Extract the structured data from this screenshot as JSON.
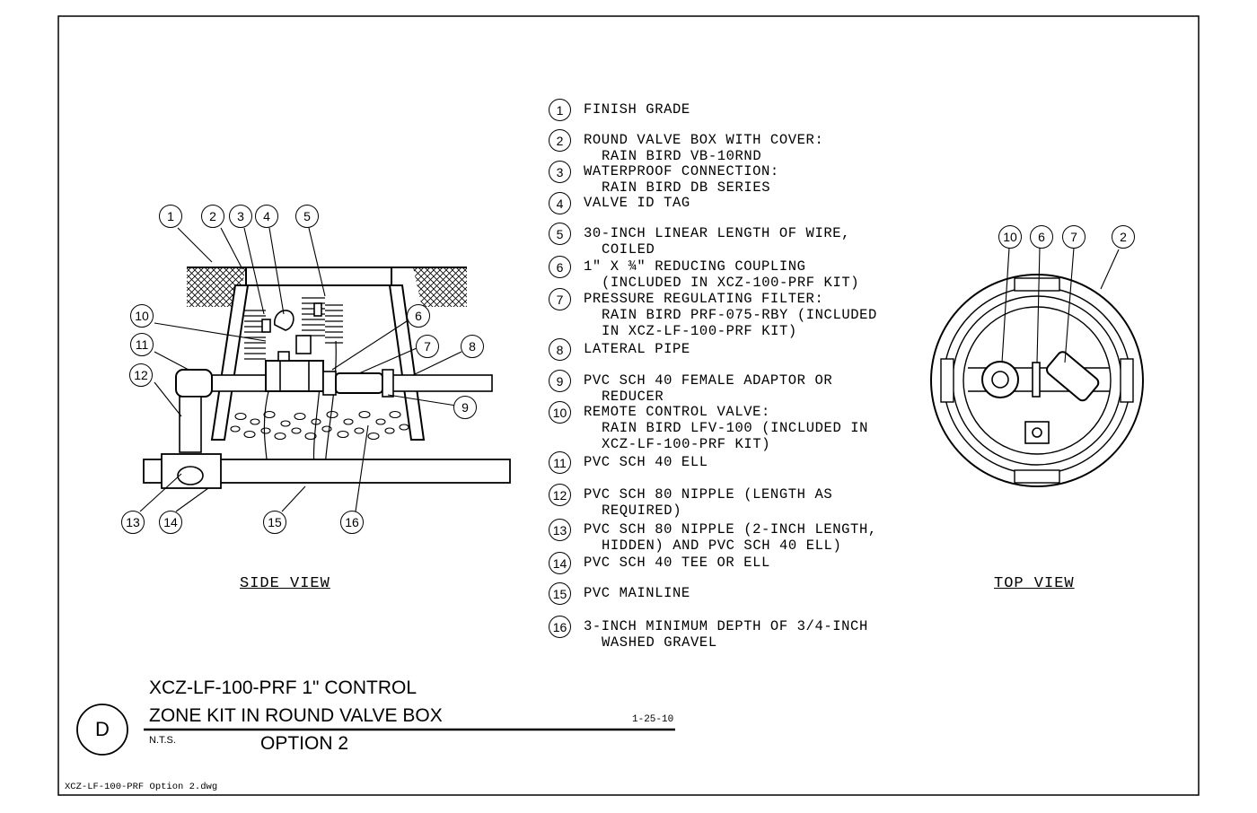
{
  "side_view": {
    "title": "SIDE VIEW",
    "callouts": [
      "1",
      "2",
      "3",
      "4",
      "5",
      "6",
      "7",
      "8",
      "9",
      "10",
      "11",
      "12",
      "13",
      "14",
      "15",
      "16"
    ]
  },
  "top_view": {
    "title": "TOP VIEW",
    "callouts": [
      "10",
      "6",
      "7",
      "2"
    ]
  },
  "legend": [
    {
      "num": "1",
      "lines": [
        "FINISH GRADE"
      ]
    },
    {
      "num": "2",
      "lines": [
        "ROUND VALVE BOX WITH COVER:",
        "RAIN BIRD VB-10RND"
      ]
    },
    {
      "num": "3",
      "lines": [
        "WATERPROOF CONNECTION:",
        "RAIN BIRD DB SERIES"
      ]
    },
    {
      "num": "4",
      "lines": [
        "VALVE ID TAG"
      ]
    },
    {
      "num": "5",
      "lines": [
        "30-INCH LINEAR LENGTH OF WIRE,",
        "COILED"
      ]
    },
    {
      "num": "6",
      "lines": [
        "1\" X ¾\" REDUCING COUPLING",
        "(INCLUDED IN XCZ-100-PRF KIT)"
      ]
    },
    {
      "num": "7",
      "lines": [
        "PRESSURE REGULATING FILTER:",
        "RAIN BIRD PRF-075-RBY (INCLUDED",
        "IN XCZ-LF-100-PRF KIT)"
      ]
    },
    {
      "num": "8",
      "lines": [
        "LATERAL PIPE"
      ]
    },
    {
      "num": "9",
      "lines": [
        "PVC SCH 40 FEMALE ADAPTOR OR",
        "REDUCER"
      ]
    },
    {
      "num": "10",
      "lines": [
        "REMOTE CONTROL VALVE:",
        "RAIN BIRD LFV-100 (INCLUDED IN",
        "XCZ-LF-100-PRF KIT)"
      ]
    },
    {
      "num": "11",
      "lines": [
        "PVC SCH 40 ELL"
      ]
    },
    {
      "num": "12",
      "lines": [
        "PVC SCH 80 NIPPLE (LENGTH AS",
        "REQUIRED)"
      ]
    },
    {
      "num": "13",
      "lines": [
        "PVC SCH 80 NIPPLE (2-INCH LENGTH,",
        "HIDDEN) AND PVC SCH 40 ELL)"
      ]
    },
    {
      "num": "14",
      "lines": [
        "PVC SCH 40 TEE OR ELL"
      ]
    },
    {
      "num": "15",
      "lines": [
        "PVC MAINLINE"
      ]
    },
    {
      "num": "16",
      "lines": [
        "3-INCH MINIMUM DEPTH OF 3/4-INCH",
        "WASHED GRAVEL"
      ]
    }
  ],
  "title_block": {
    "detail_letter": "D",
    "title_line1": "XCZ-LF-100-PRF 1\" CONTROL",
    "title_line2": "ZONE KIT IN ROUND VALVE BOX",
    "scale": "N.T.S.",
    "date": "1-25-10",
    "option": "OPTION 2"
  },
  "filename": "XCZ-LF-100-PRF Option 2.dwg"
}
